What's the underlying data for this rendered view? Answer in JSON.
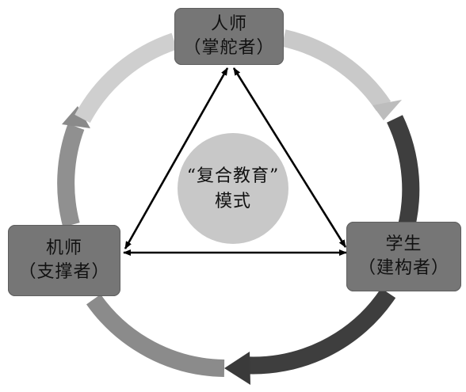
{
  "nodes": {
    "top": {
      "title": "人师",
      "role": "（掌舵者）"
    },
    "right": {
      "title": "学生",
      "role": "（建构者）"
    },
    "left": {
      "title": "机师",
      "role": "（支撑者）"
    }
  },
  "center": {
    "line1": "“复合教育”",
    "line2": "模式"
  },
  "colors": {
    "box_fill": "#767676",
    "center_circle": "#c8c8c8",
    "arc_top_right": "#c9c9c9",
    "arc_right_down": "#3e3e3e",
    "arc_bottom": "#8b8b8b",
    "arc_left_up": "#909090",
    "arrow": "#000000"
  }
}
